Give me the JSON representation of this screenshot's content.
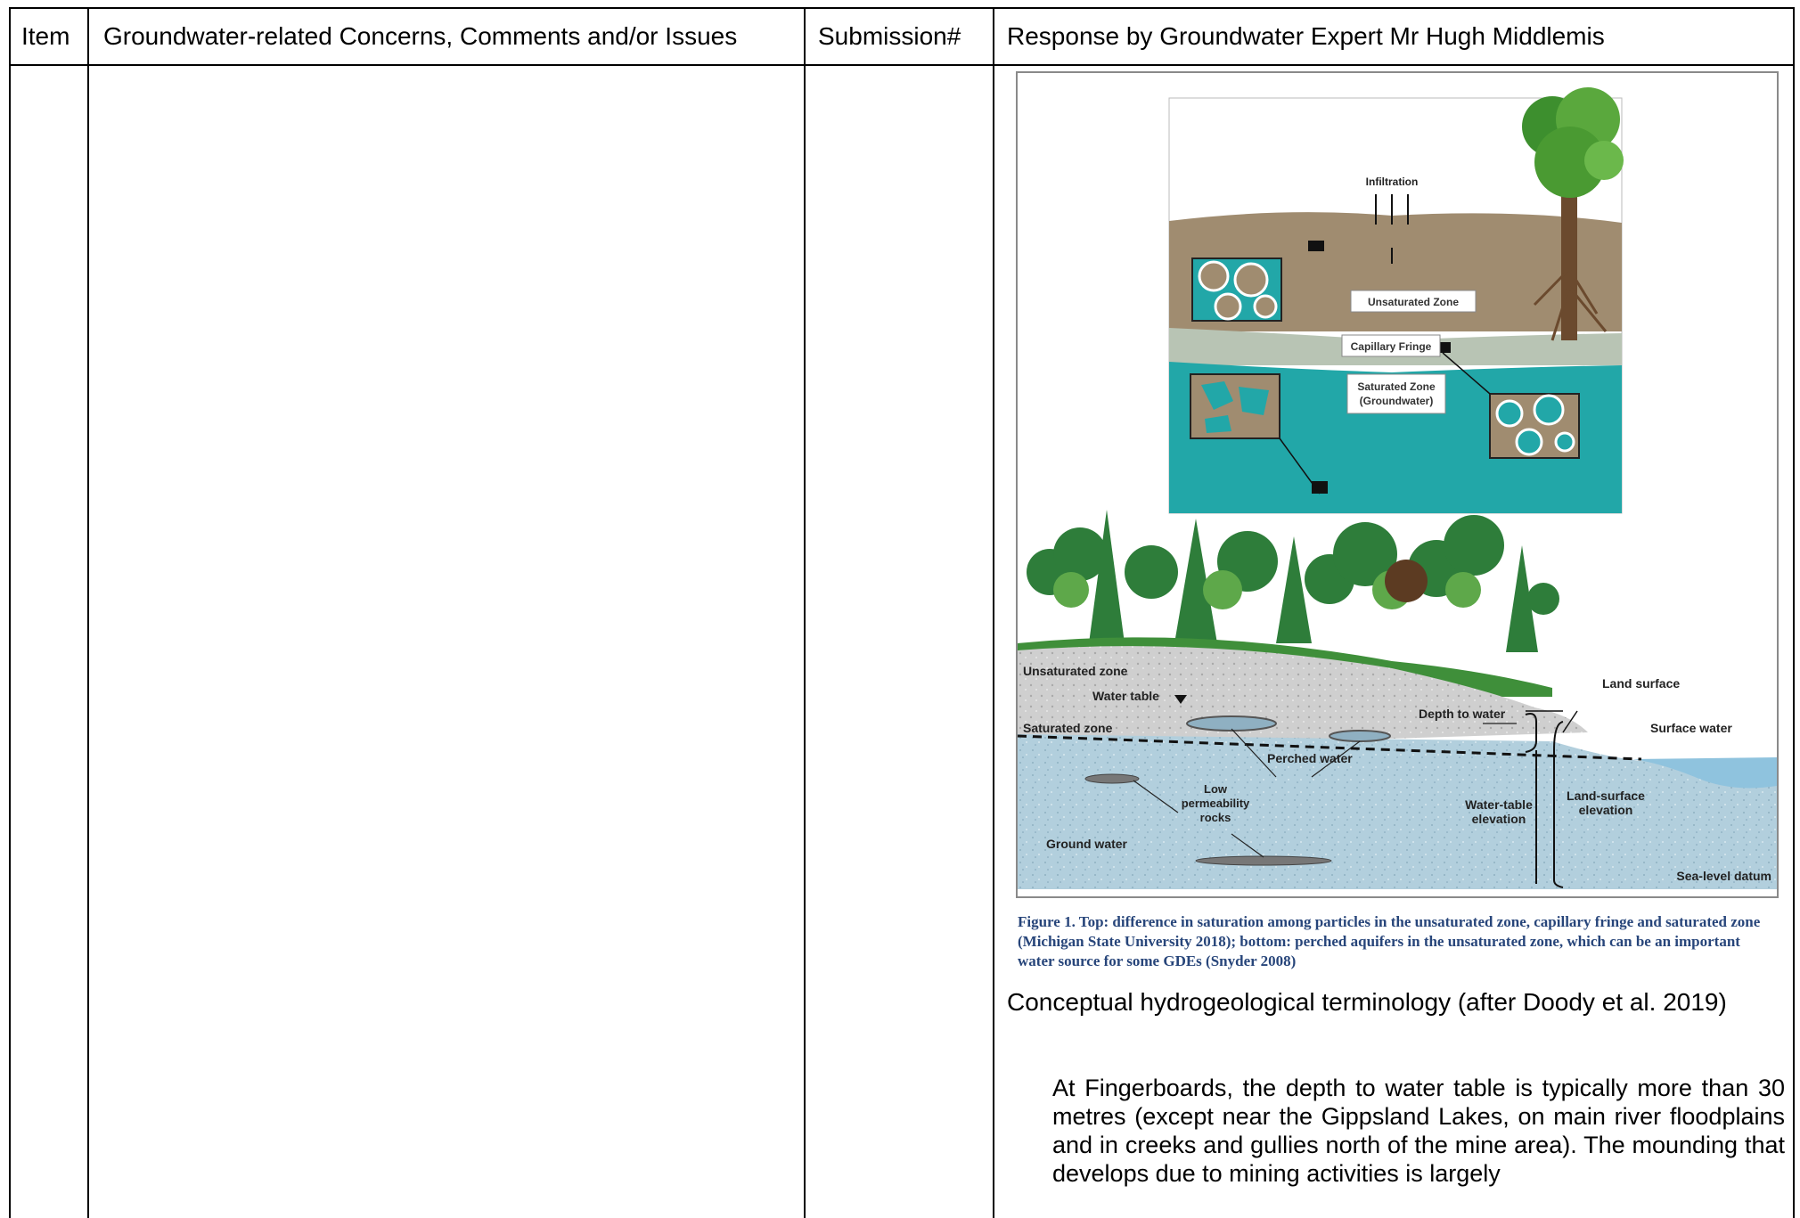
{
  "table": {
    "headers": {
      "item": "Item",
      "concerns": "Groundwater-related Concerns, Comments and/or Issues",
      "submission": "Submission#",
      "response": "Response by Groundwater Expert Mr Hugh Middlemis"
    }
  },
  "figure": {
    "top_panel": {
      "infiltration": "Infiltration",
      "unsaturated": "Unsaturated Zone",
      "capillary": "Capillary Fringe",
      "saturated_line1": "Saturated Zone",
      "saturated_line2": "(Groundwater)"
    },
    "bottom_panel": {
      "unsaturated_zone": "Unsaturated zone",
      "water_table": "Water table",
      "saturated_zone": "Saturated zone",
      "depth_to_water": "Depth to water",
      "land_surface": "Land surface",
      "surface_water": "Surface water",
      "perched_water": "Perched water",
      "low_perm_1": "Low",
      "low_perm_2": "permeability",
      "low_perm_3": "rocks",
      "ground_water": "Ground water",
      "water_table_elev_1": "Water-table",
      "water_table_elev_2": "elevation",
      "land_surface_elev_1": "Land-surface",
      "land_surface_elev_2": "elevation",
      "sea_level": "Sea-level datum"
    },
    "caption": "Figure 1. Top: difference in saturation among particles in the unsaturated zone, capillary fringe and saturated zone (Michigan State University 2018); bottom: perched aquifers in the unsaturated zone, which can be an important water source for some GDEs (Snyder 2008)",
    "subcaption": "Conceptual hydrogeological terminology (after Doody et al. 2019)"
  },
  "body": {
    "paragraph": "At Fingerboards, the depth to water table is typically more than 30 metres (except near the Gippsland Lakes, on main river floodplains and in creeks and gullies north of the mine area). The mounding that develops due to mining activities is largely"
  },
  "colors": {
    "soil": "#a08c70",
    "groundwater_top": "#22a7a8",
    "fringe": "#b8c4b4",
    "bottom_water": "#aac9d9",
    "caption_blue": "#27457a"
  }
}
